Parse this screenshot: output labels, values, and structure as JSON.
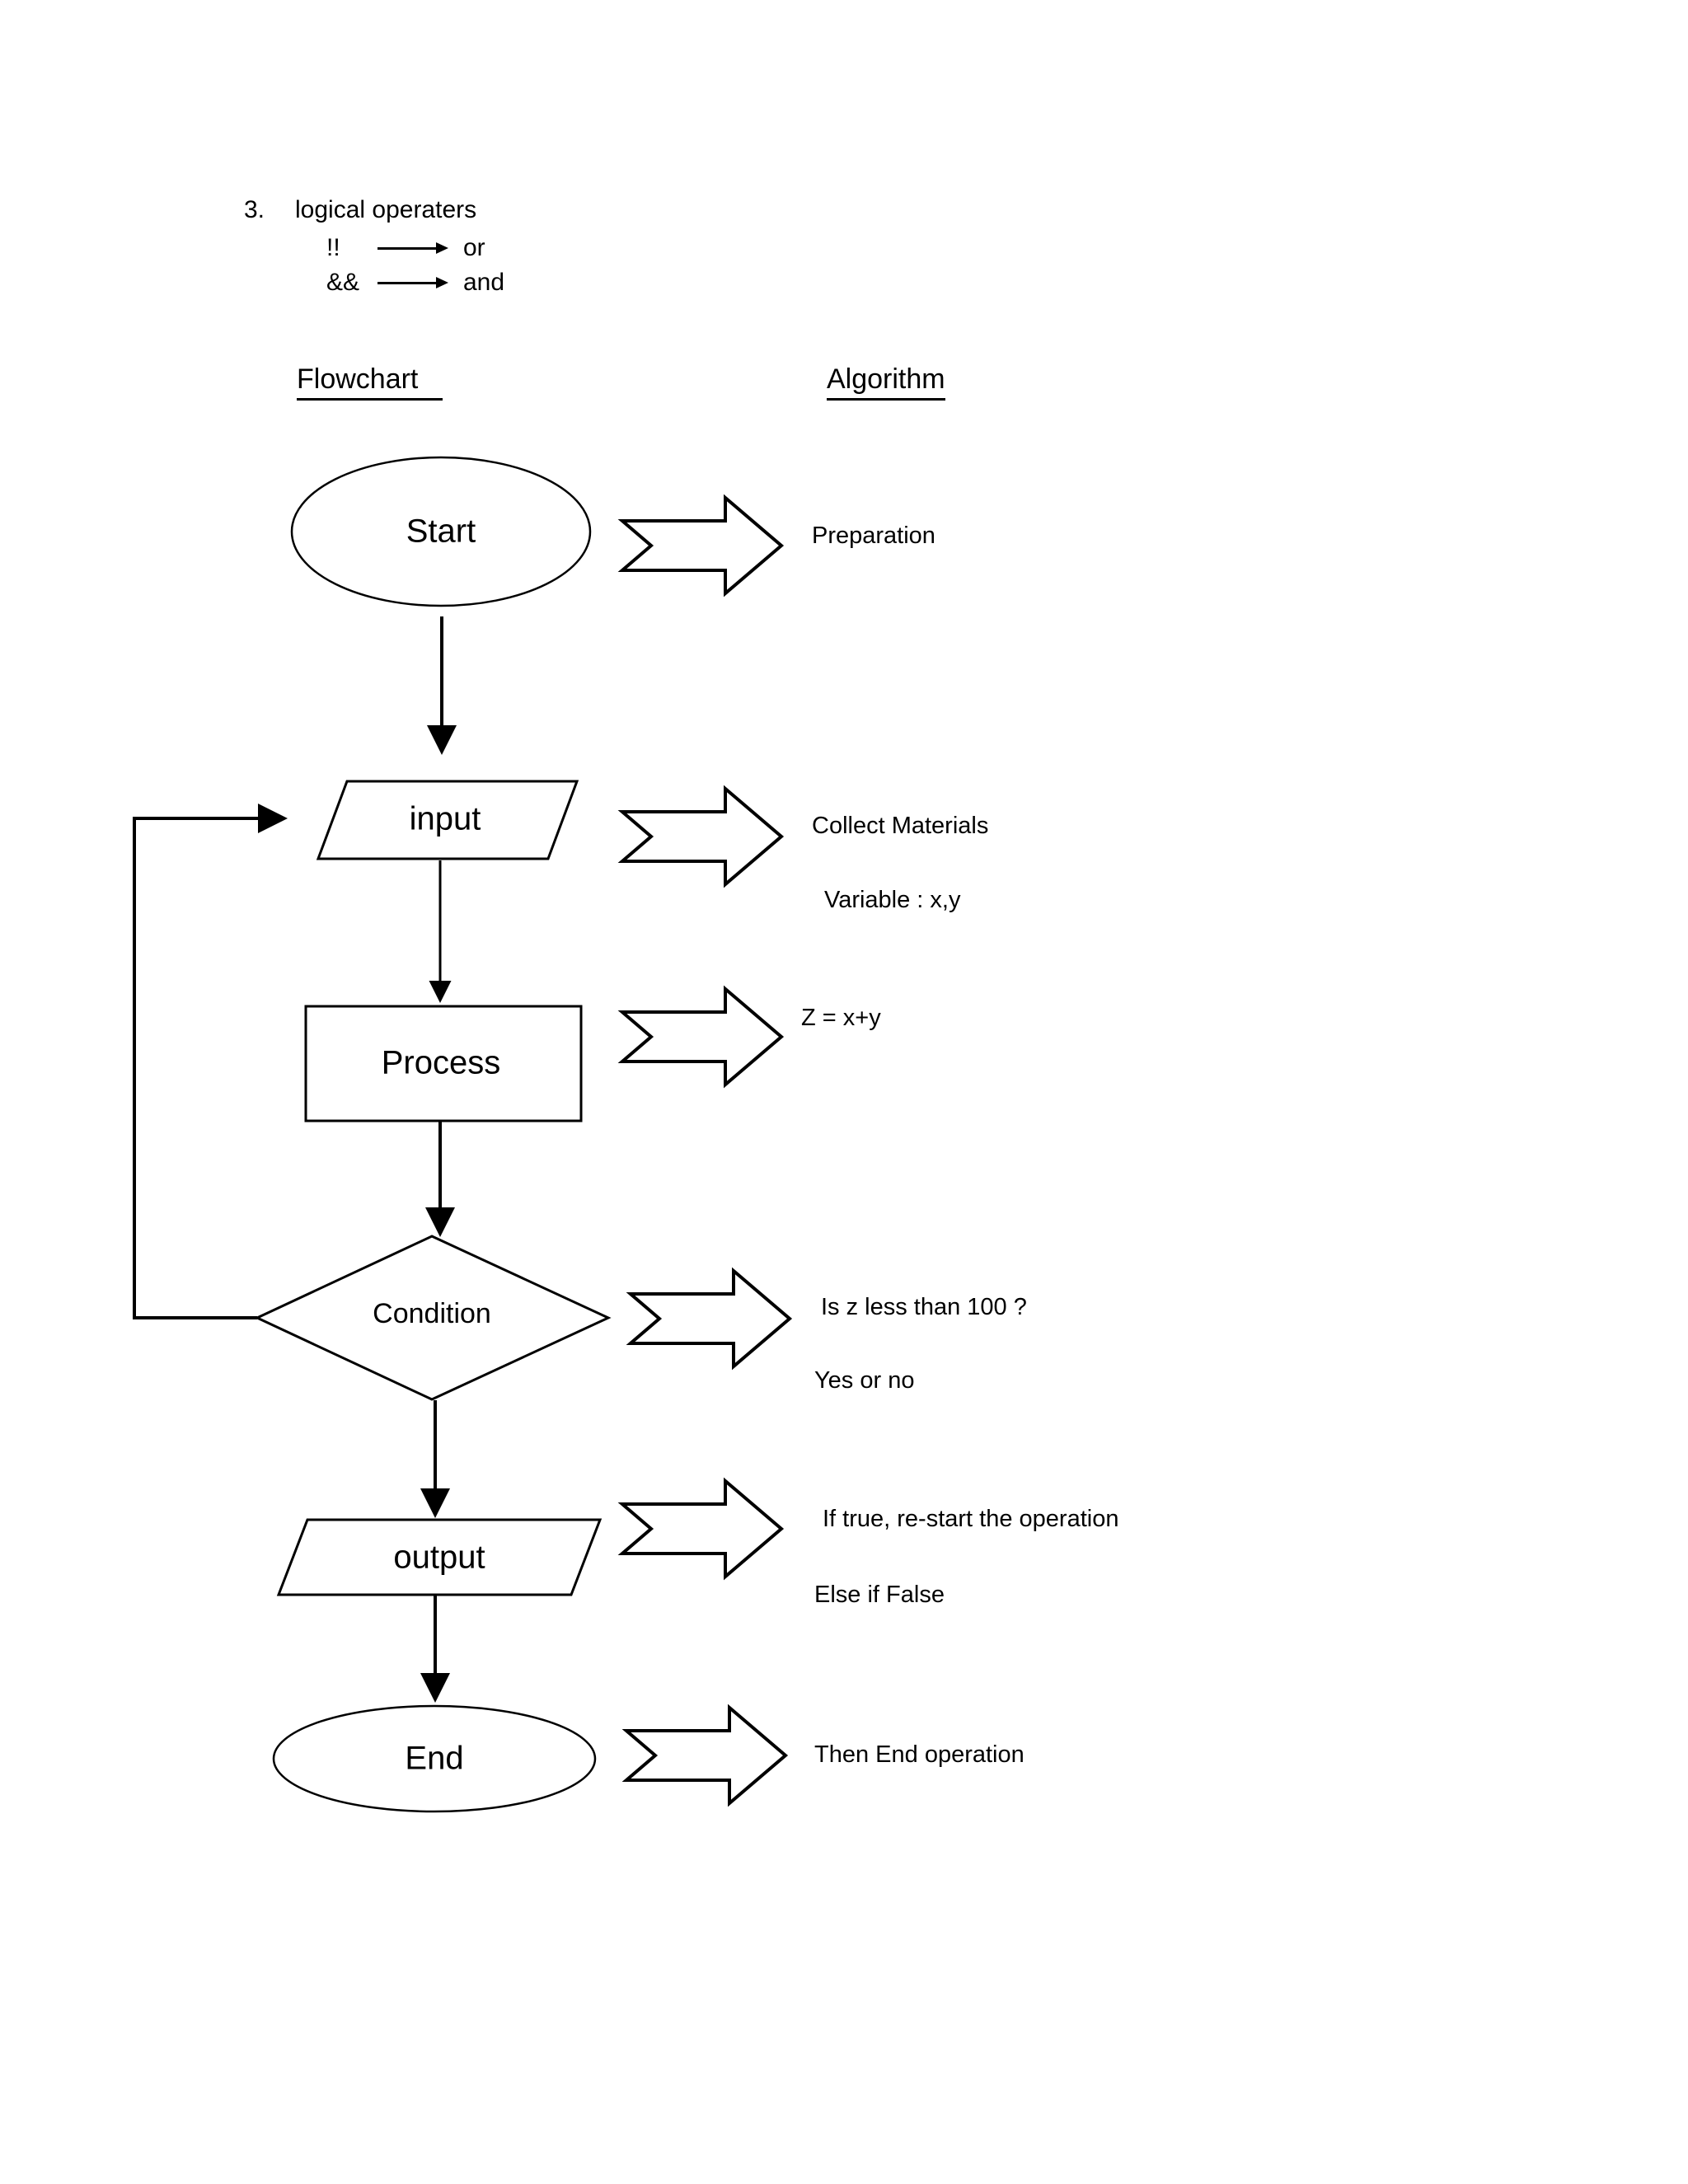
{
  "notes": {
    "number": "3.",
    "title": "logical operaters",
    "operators": [
      {
        "symbol": "!!",
        "arrow_icon": "right-arrow-icon",
        "meaning": "or"
      },
      {
        "symbol": "&&",
        "arrow_icon": "right-arrow-icon",
        "meaning": "and"
      }
    ]
  },
  "headings": {
    "flowchart": "Flowchart",
    "algorithm": "Algorithm"
  },
  "chart_data": {
    "type": "diagram",
    "title": "Flowchart",
    "nodes": [
      {
        "id": "start",
        "label": "Start",
        "shape": "ellipse"
      },
      {
        "id": "input",
        "label": "input",
        "shape": "parallelogram"
      },
      {
        "id": "process",
        "label": "Process",
        "shape": "rectangle"
      },
      {
        "id": "condition",
        "label": "Condition",
        "shape": "diamond"
      },
      {
        "id": "output",
        "label": "output",
        "shape": "parallelogram"
      },
      {
        "id": "end",
        "label": "End",
        "shape": "ellipse"
      }
    ],
    "edges": [
      {
        "from": "start",
        "to": "input",
        "type": "straight-down"
      },
      {
        "from": "input",
        "to": "process",
        "type": "straight-down"
      },
      {
        "from": "process",
        "to": "condition",
        "type": "straight-down"
      },
      {
        "from": "condition",
        "to": "output",
        "type": "straight-down"
      },
      {
        "from": "output",
        "to": "end",
        "type": "straight-down"
      },
      {
        "from": "condition",
        "to": "input",
        "type": "loop-back-left"
      }
    ]
  },
  "annotations": [
    {
      "for": "start",
      "lines": [
        "Preparation"
      ]
    },
    {
      "for": "input",
      "lines": [
        "Collect Materials",
        "Variable : x,y"
      ]
    },
    {
      "for": "process",
      "lines": [
        "Z = x+y"
      ]
    },
    {
      "for": "condition",
      "lines": [
        "Is  z less than 100 ?",
        "Yes or no"
      ]
    },
    {
      "for": "output",
      "lines": [
        "If true,  re-start the operation",
        "Else if False"
      ]
    },
    {
      "for": "end",
      "lines": [
        "Then End operation"
      ]
    }
  ]
}
